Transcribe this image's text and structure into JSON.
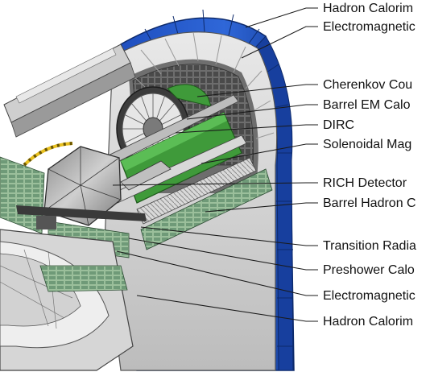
{
  "labels": [
    {
      "id": "hadron-calorimeter-top",
      "text": "Hadron Calorim"
    },
    {
      "id": "electromagnetic-top",
      "text": "Electromagnetic"
    },
    {
      "id": "cherenkov-counter",
      "text": "Cherenkov Cou"
    },
    {
      "id": "barrel-em-calorimeter",
      "text": "Barrel EM Calo"
    },
    {
      "id": "dirc",
      "text": "DIRC"
    },
    {
      "id": "solenoidal-magnet",
      "text": "Solenoidal Mag"
    },
    {
      "id": "rich-detector",
      "text": "RICH Detector"
    },
    {
      "id": "barrel-hadron",
      "text": "Barrel Hadron C"
    },
    {
      "id": "transition-radiation",
      "text": "Transition Radia"
    },
    {
      "id": "preshower-calorimeter",
      "text": "Preshower Calo"
    },
    {
      "id": "electromagnetic-bottom",
      "text": "Electromagnetic"
    },
    {
      "id": "hadron-calorimeter-bottom",
      "text": "Hadron Calorim"
    }
  ],
  "colors": {
    "outer_shell": "#2255c8",
    "solenoid": "#3f9a3a",
    "module_grey": "#c9c9c9",
    "dark_grey": "#3a3a3a",
    "light_grey": "#e4e4e4",
    "yellow_ring": "#e8c020",
    "em_green": "#7fa98a",
    "leader_line": "#1a1a1a"
  }
}
